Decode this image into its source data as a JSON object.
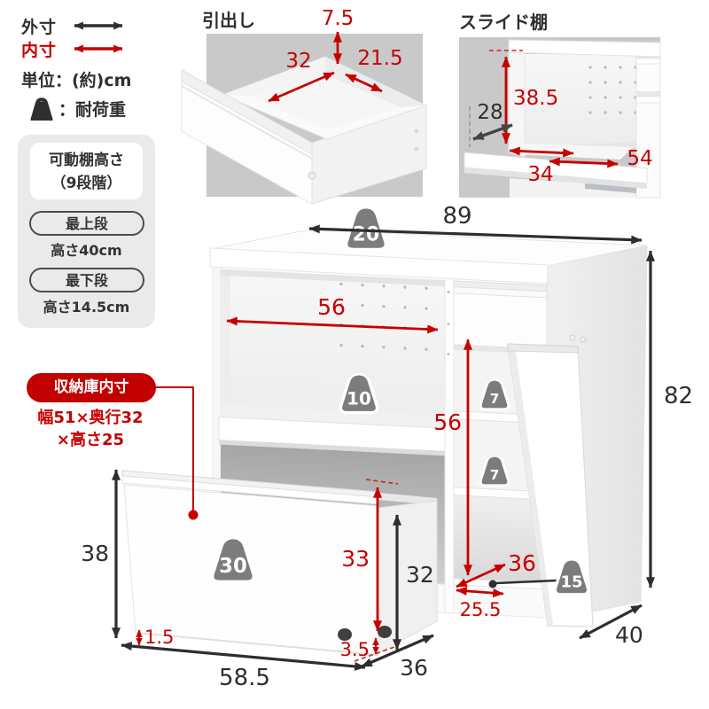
{
  "colors": {
    "accent_red": "#c70000",
    "dim_black": "#2e2e2e",
    "weight_gray": "#7c7c7c",
    "photo_bg_gray": "#c9c9c9",
    "panel_gray": "#eaeaea"
  },
  "legend": {
    "outer": "外寸",
    "inner": "内寸",
    "unit": "単位：(約)cm",
    "load": "：耐荷重"
  },
  "movable_shelf": {
    "title1": "可動棚高さ",
    "title2": "（9段階）",
    "top_label": "最上段",
    "top_value": "高さ40cm",
    "bottom_label": "最下段",
    "bottom_value": "高さ14.5cm"
  },
  "storage": {
    "title": "収納庫内寸",
    "size1": "幅51×奥行32",
    "size2": "×高さ25"
  },
  "drawer": {
    "title": "引出し",
    "h": "7.5",
    "w": "32",
    "d": "21.5"
  },
  "slide": {
    "title": "スライド棚",
    "h": "38.5",
    "pull": "28",
    "w": "34",
    "d": "54"
  },
  "main": {
    "width": "89",
    "height": "82",
    "depth": "40",
    "open_width": "56",
    "right_height": "56",
    "box": {
      "front_height": "38",
      "toe": "1.5",
      "width": "58.5",
      "inner_height": "33",
      "body_height": "32",
      "caster": "3.5",
      "depth": "36"
    },
    "right": {
      "depth": "36",
      "width": "25.5"
    },
    "load_top": "20",
    "load_slide": "10",
    "load_shelf_a": "7",
    "load_shelf_b": "7",
    "load_box": "30",
    "load_door": "15"
  }
}
